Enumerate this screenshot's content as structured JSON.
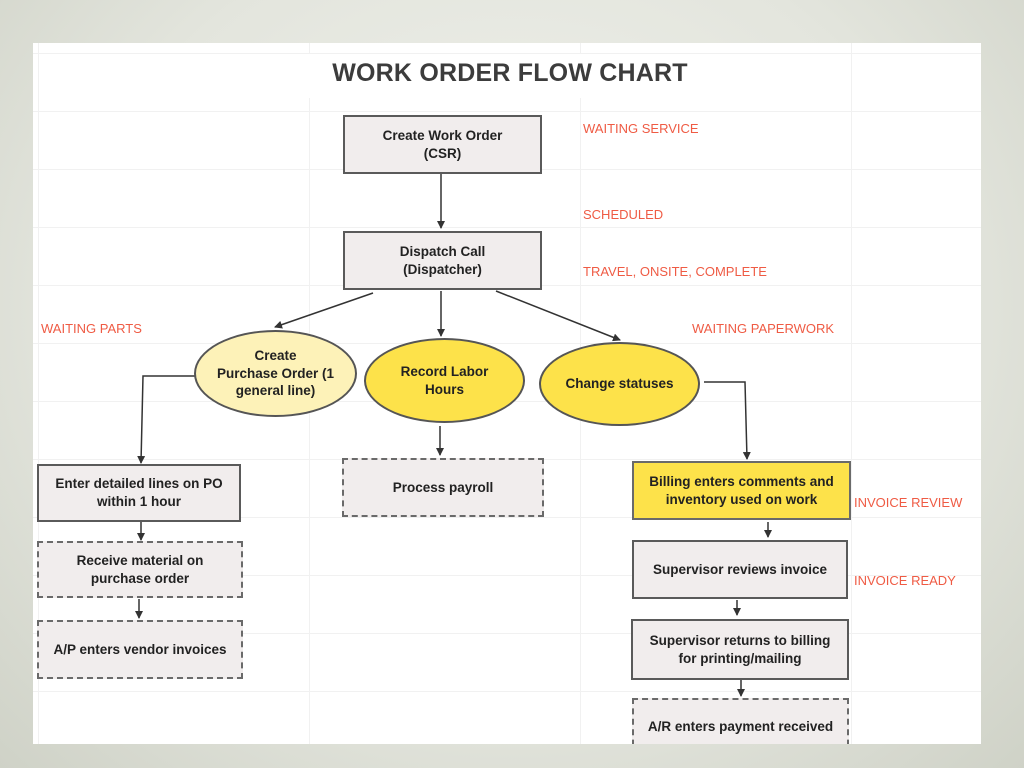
{
  "title": "WORK ORDER FLOW CHART",
  "nodes": {
    "create_work_order": "Create Work Order\n(CSR)",
    "dispatch_call": "Dispatch Call\n(Dispatcher)",
    "create_po": "Create\nPurchase Order (1\ngeneral line)",
    "record_labor": "Record Labor\nHours",
    "change_statuses": "Change statuses",
    "enter_po_lines": "Enter detailed lines on PO\nwithin 1 hour",
    "process_payroll": "Process payroll",
    "billing_comments": "Billing enters comments and\ninventory used on work",
    "receive_material": "Receive material on\npurchase order",
    "ap_invoices": "A/P enters vendor invoices",
    "supervisor_reviews": "Supervisor reviews invoice",
    "supervisor_returns": "Supervisor returns to billing\nfor printing/mailing",
    "ar_payment": "A/R enters payment received"
  },
  "statuses": {
    "waiting_service": "WAITING SERVICE",
    "scheduled": "SCHEDULED",
    "travel_onsite_complete": "TRAVEL, ONSITE, COMPLETE",
    "waiting_parts": "WAITING PARTS",
    "waiting_paperwork": "WAITING PAPERWORK",
    "invoice_review": "INVOICE REVIEW",
    "invoice_ready": "INVOICE READY"
  },
  "colors": {
    "status_text": "#ef5b44",
    "box_fill": "#f1eded",
    "highlight_fill": "#fde24a",
    "cream_fill": "#fdf2b8",
    "border": "#5a5a5a"
  }
}
